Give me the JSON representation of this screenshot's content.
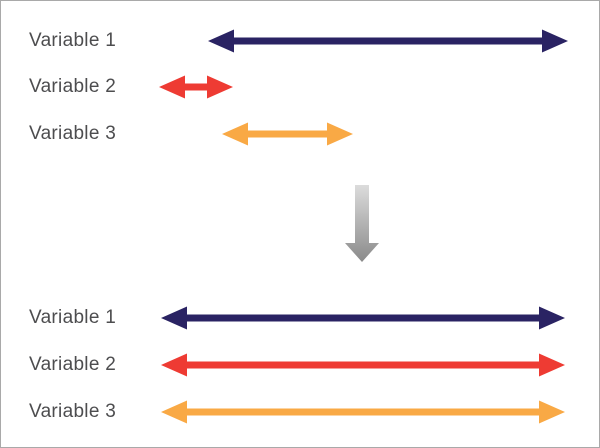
{
  "colors": {
    "navy": "#2A2363",
    "red": "#EE3B33",
    "orange": "#F9A945",
    "gray_arrow_top": "#DCDCDC",
    "gray_arrow_bottom": "#8A8A8A",
    "label_text": "#4D4D4F",
    "border": "#A9A9A9",
    "background": "#FFFFFF"
  },
  "before": {
    "rows": [
      {
        "label": "Variable 1",
        "color": "navy",
        "span": [
          207,
          567
        ]
      },
      {
        "label": "Variable 2",
        "color": "red",
        "span": [
          158,
          232
        ]
      },
      {
        "label": "Variable 3",
        "color": "orange",
        "span": [
          221,
          352
        ]
      }
    ]
  },
  "transform": {
    "icon": "down-arrow"
  },
  "after": {
    "rows": [
      {
        "label": "Variable 1",
        "color": "navy",
        "span": [
          160,
          564
        ]
      },
      {
        "label": "Variable 2",
        "color": "red",
        "span": [
          160,
          564
        ]
      },
      {
        "label": "Variable 3",
        "color": "orange",
        "span": [
          160,
          564
        ]
      }
    ]
  }
}
